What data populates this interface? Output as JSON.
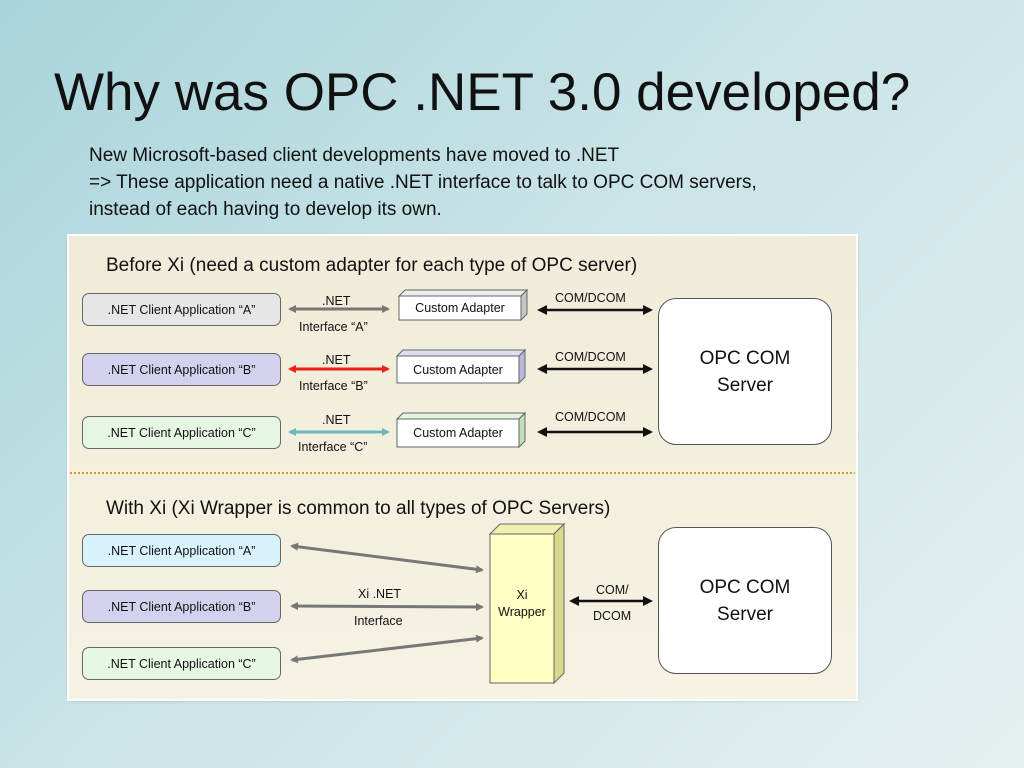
{
  "slide": {
    "title": "Why was OPC .NET 3.0 developed?",
    "intro_lines": [
      "New Microsoft-based client developments have moved to .NET",
      "=> These application need a native .NET interface to talk to OPC COM servers,",
      "instead of each having to develop its own."
    ]
  },
  "before": {
    "title": "Before Xi (need a custom adapter for each type of OPC server)",
    "apps": [
      ".NET Client Application “A”",
      ".NET Client Application “B”",
      ".NET Client Application “C”"
    ],
    "interface_top": [
      ".NET",
      ".NET",
      ".NET"
    ],
    "interface_bottom": [
      "Interface “A”",
      "Interface “B”",
      "Interface “C”"
    ],
    "adapters": [
      "Custom Adapter",
      "Custom Adapter",
      "Custom Adapter"
    ],
    "com_labels": [
      "COM/DCOM",
      "COM/DCOM",
      "COM/DCOM"
    ],
    "server_lines": [
      "OPC COM",
      "Server"
    ],
    "arrow_colors": [
      "#777777",
      "#e8211a",
      "#6fb7c0"
    ]
  },
  "after": {
    "title": "With Xi (Xi Wrapper is common to all types of OPC Servers)",
    "apps": [
      ".NET Client Application “A”",
      ".NET Client Application “B”",
      ".NET Client Application “C”"
    ],
    "interface_line1": "Xi .NET",
    "interface_line2": "Interface",
    "wrapper_line1": "Xi",
    "wrapper_line2": "Wrapper",
    "com_line1": "COM/",
    "com_line2": "DCOM",
    "server_lines": [
      "OPC COM",
      "Server"
    ]
  },
  "colors": {
    "panel_bg": "#f2eedc",
    "divider": "#c8a032",
    "wrapper_fill": "#ffffc4"
  }
}
